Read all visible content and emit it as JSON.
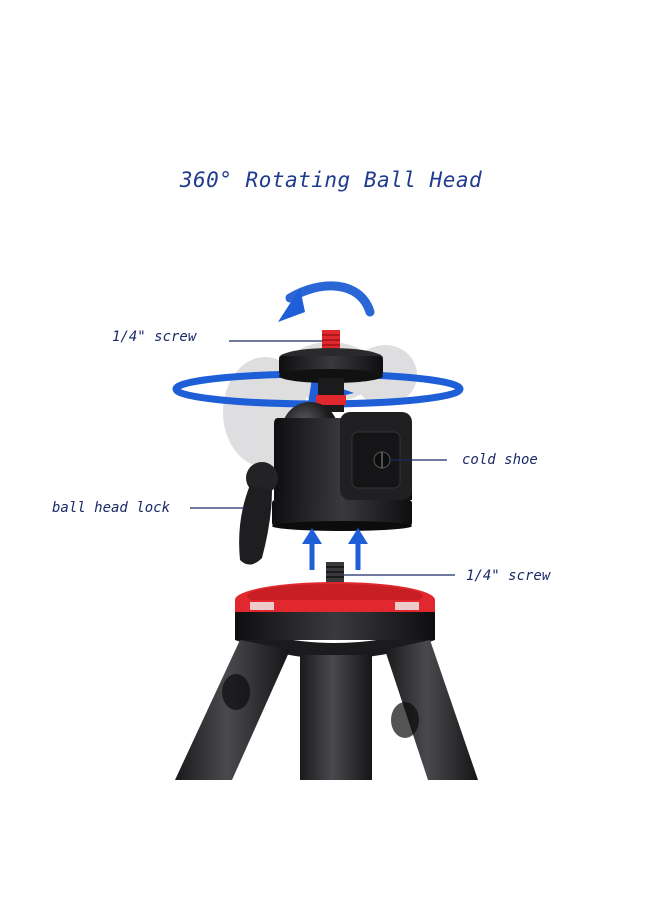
{
  "title": "360°  Rotating Ball Head",
  "labels": {
    "screw_top": "1/4\" screw",
    "cold_shoe": "cold shoe",
    "ball_head_lock": "ball head lock",
    "screw_bottom": "1/4\" screw"
  },
  "colors": {
    "arrow_blue": "#1e5fd8",
    "label_text": "#1a2a66",
    "title_text": "#1f3b8f",
    "accent_red": "#e0282e",
    "body_black": "#1b1b1d"
  },
  "icons": [
    "rotation-arrow-icon",
    "up-arrow-icon"
  ]
}
